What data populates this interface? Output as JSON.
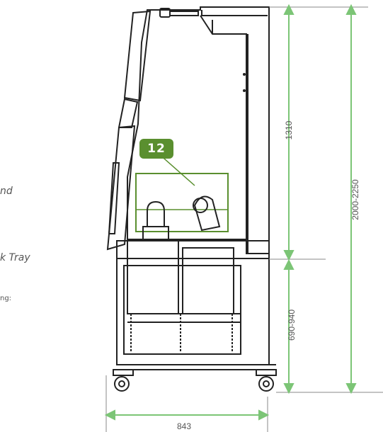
{
  "callout": {
    "label": "12"
  },
  "side_texts": {
    "line1": "nd",
    "line2": "k Tray",
    "line3": "ng:"
  },
  "dimensions": {
    "upper_height": "1310",
    "total_height": "2000-2250",
    "lower_height": "690-940",
    "depth": "843"
  },
  "colors": {
    "accent_green": "#5a8f2f",
    "dim_green": "#7cc576",
    "line": "#222222"
  }
}
